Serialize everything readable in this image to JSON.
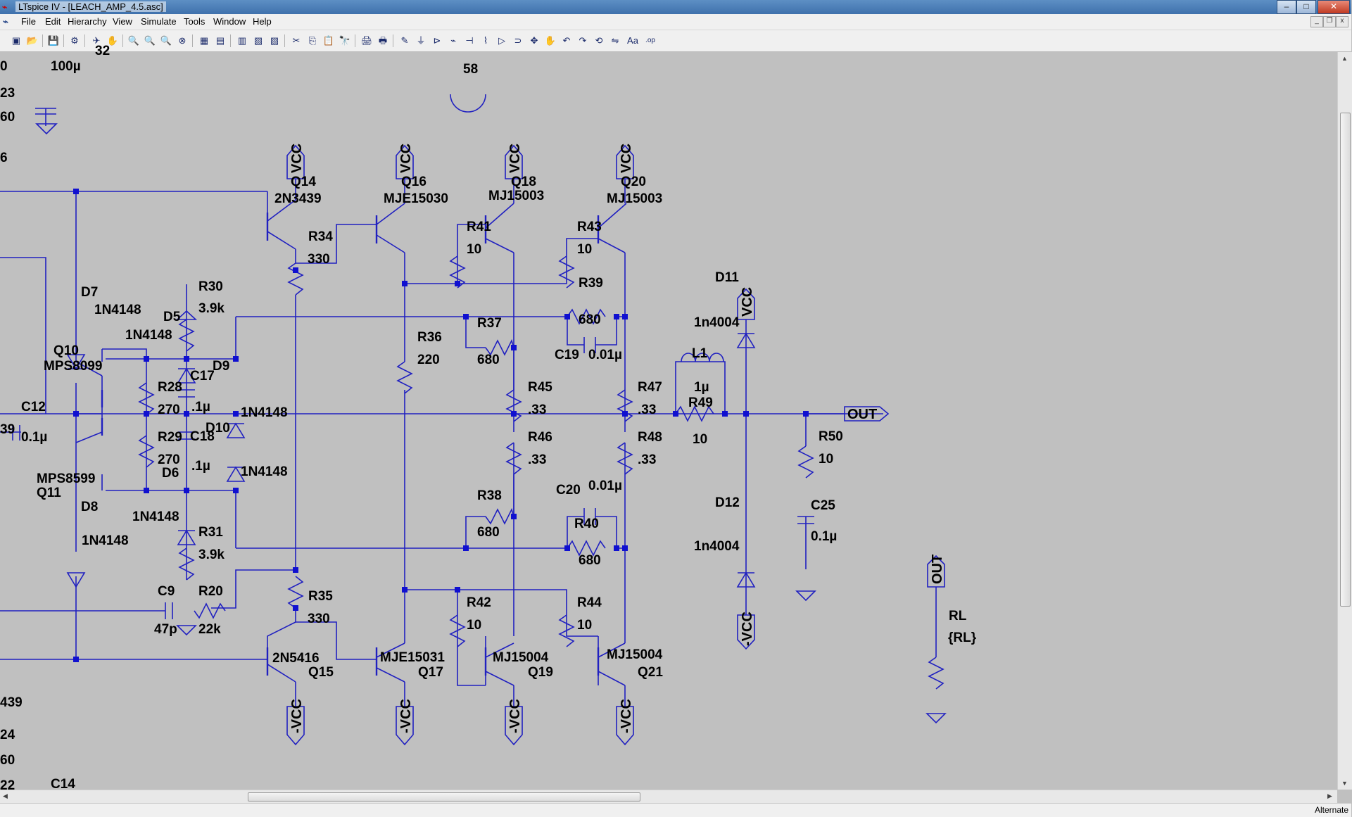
{
  "window": {
    "title": "LTspice IV - [LEACH_AMP_4.5.asc]",
    "min_glyph": "–",
    "max_glyph": "□",
    "close_glyph": "✕"
  },
  "menu": {
    "items": [
      "File",
      "Edit",
      "Hierarchy",
      "View",
      "Simulate",
      "Tools",
      "Window",
      "Help"
    ]
  },
  "toolbar": {
    "icons": [
      "new-schematic-icon",
      "open-icon",
      "save-icon",
      "control-panel-icon",
      "run-icon",
      "halt-icon",
      "pan-icon",
      "zoom-in-icon",
      "zoom-full-icon",
      "zoom-out-icon",
      "zoom-cancel-icon",
      "autorange-icon",
      "gridlines-icon",
      "tile-horizontal-icon",
      "tile-vertical-icon",
      "cascade-icon",
      "cut-icon",
      "copy-icon",
      "paste-icon",
      "find-icon",
      "print-icon",
      "print-preview-icon",
      "wire-icon",
      "ground-icon",
      "label-net-icon",
      "resistor-icon",
      "capacitor-icon",
      "inductor-icon",
      "diode-icon",
      "component-icon",
      "move-icon",
      "drag-icon",
      "undo-icon",
      "redo-icon",
      "rotate-icon",
      "mirror-icon",
      "text-icon",
      "spice-directive-icon"
    ],
    "glyphs": [
      "▣",
      "📂",
      "💾",
      "⚙",
      "✈",
      "✋",
      "🔍",
      "🔍",
      "🔍",
      "⊗",
      "▦",
      "▤",
      "▥",
      "▧",
      "▨",
      "✂",
      "⎘",
      "📋",
      "🔭",
      "🖨",
      "🖶",
      "✎",
      "⏚",
      "⊳",
      "⌁",
      "⊣",
      "⌇",
      "▷",
      "⊃",
      "✥",
      "✋",
      "↶",
      "↷",
      "⟲",
      "⇋",
      "Aa",
      ".op"
    ]
  },
  "status": {
    "right_text": "Alternate"
  },
  "schematic": {
    "partial_left_labels": [
      "0",
      "23",
      "60",
      "6",
      "39",
      "439",
      "24",
      "60",
      "22"
    ],
    "top_labels": [
      "100µ",
      "32",
      "58"
    ],
    "components": [
      {
        "ref": "Q14",
        "value": "2N3439"
      },
      {
        "ref": "Q16",
        "value": "MJE15030"
      },
      {
        "ref": "Q18",
        "value": "MJ15003"
      },
      {
        "ref": "Q20",
        "value": "MJ15003"
      },
      {
        "ref": "Q15",
        "value": "2N5416"
      },
      {
        "ref": "Q17",
        "value": "MJE15031"
      },
      {
        "ref": "Q19",
        "value": "MJ15004"
      },
      {
        "ref": "Q21",
        "value": "MJ15004"
      },
      {
        "ref": "Q10",
        "value": "MPS8099"
      },
      {
        "ref": "Q11",
        "value": "MPS8599"
      },
      {
        "ref": "R34",
        "value": "330"
      },
      {
        "ref": "R35",
        "value": "330"
      },
      {
        "ref": "R36",
        "value": "220"
      },
      {
        "ref": "R41",
        "value": "10"
      },
      {
        "ref": "R43",
        "value": "10"
      },
      {
        "ref": "R42",
        "value": "10"
      },
      {
        "ref": "R44",
        "value": "10"
      },
      {
        "ref": "R39",
        "value": "680"
      },
      {
        "ref": "R37",
        "value": "680"
      },
      {
        "ref": "R38",
        "value": "680"
      },
      {
        "ref": "R40",
        "value": "680"
      },
      {
        "ref": "R45",
        "value": ".33"
      },
      {
        "ref": "R46",
        "value": ".33"
      },
      {
        "ref": "R47",
        "value": ".33"
      },
      {
        "ref": "R48",
        "value": ".33"
      },
      {
        "ref": "R49",
        "value": "10"
      },
      {
        "ref": "R50",
        "value": "10"
      },
      {
        "ref": "R30",
        "value": "3.9k"
      },
      {
        "ref": "R31",
        "value": "3.9k"
      },
      {
        "ref": "R28",
        "value": "270"
      },
      {
        "ref": "R29",
        "value": "270"
      },
      {
        "ref": "R20",
        "value": "22k"
      },
      {
        "ref": "RL",
        "value": "{RL}"
      },
      {
        "ref": "C19",
        "value": "0.01µ"
      },
      {
        "ref": "C20",
        "value": "0.01µ"
      },
      {
        "ref": "C17",
        "value": ".1µ"
      },
      {
        "ref": "C18",
        "value": ".1µ"
      },
      {
        "ref": "C12",
        "value": "0.1µ"
      },
      {
        "ref": "C25",
        "value": "0.1µ"
      },
      {
        "ref": "C9",
        "value": "47p"
      },
      {
        "ref": "C14",
        "value": ""
      },
      {
        "ref": "L1",
        "value": "1µ"
      },
      {
        "ref": "D7",
        "value": "1N4148"
      },
      {
        "ref": "D5",
        "value": "1N4148"
      },
      {
        "ref": "D9",
        "value": "1N4148"
      },
      {
        "ref": "D10",
        "value": "1N4148"
      },
      {
        "ref": "D6",
        "value": "1N4148"
      },
      {
        "ref": "D8",
        "value": "1N4148"
      },
      {
        "ref": "D11",
        "value": "1n4004"
      },
      {
        "ref": "D12",
        "value": "1n4004"
      }
    ],
    "net_flags": {
      "vcc": "VCC",
      "neg_vcc": "-VCC",
      "out": "OUT"
    }
  },
  "colors": {
    "wire": "#2020c0",
    "junction": "#1010d0",
    "canvas": "#c0c0c0",
    "text": "#000000"
  }
}
